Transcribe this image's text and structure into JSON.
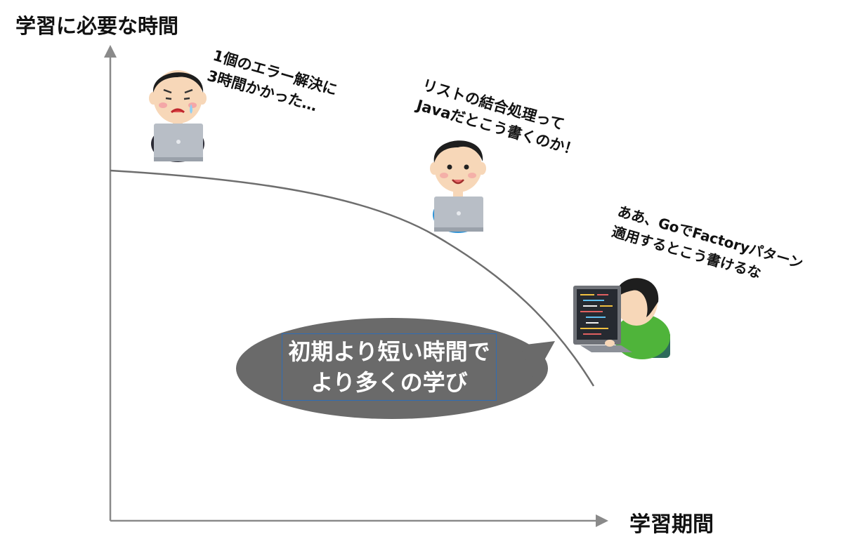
{
  "axes": {
    "y_title": "学習に必要な時間",
    "x_title": "学習期間"
  },
  "quotes": [
    {
      "lines": [
        "1個のエラー解決に",
        "3時間かかった…"
      ]
    },
    {
      "lines": [
        "リストの結合処理って",
        "Javaだとこう書くのか！"
      ]
    },
    {
      "lines": [
        "ああ、GoでFactoryパターン",
        "適用するとこう書けるな"
      ]
    }
  ],
  "callout": {
    "lines": [
      "初期より短い時間で",
      "より多くの学び"
    ]
  },
  "colors": {
    "axis": "#8a8a8a",
    "curve": "#6e6e6e",
    "bubble": "#6a6a6a",
    "callout_border": "#2f6db4",
    "laptop": "#b8bec6",
    "shirt_blue": "#2f93d6",
    "shirt_green": "#4fb43a",
    "chair": "#2e6b5c"
  },
  "icons": [
    "worried-developer-icon",
    "smiling-developer-icon",
    "coding-developer-icon"
  ]
}
